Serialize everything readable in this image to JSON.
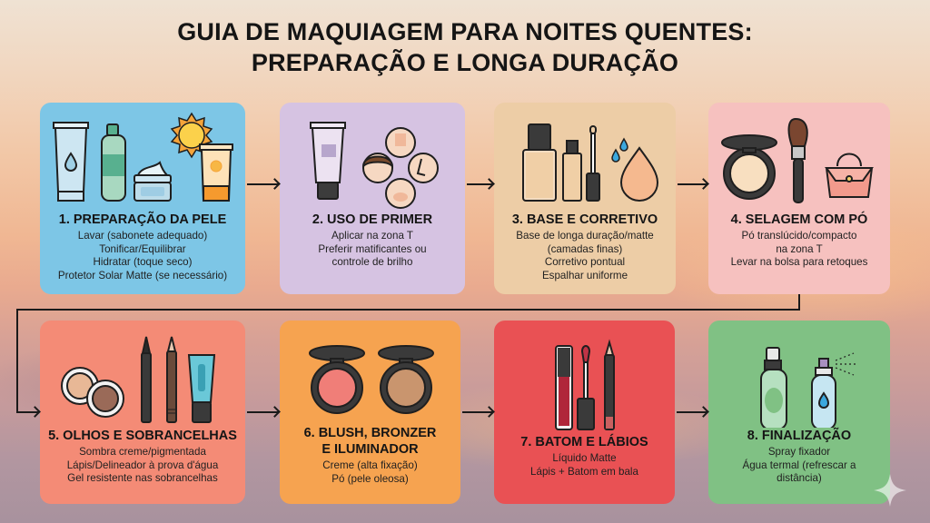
{
  "title": {
    "line1": "GUIA DE MAQUIAGEM PARA NOITES QUENTES:",
    "line2": "PREPARAÇÃO E LONGA DURAÇÃO"
  },
  "steps": [
    {
      "number": 1,
      "heading": "1. PREPARAÇÃO DA PELE",
      "color": "#7dc6e6",
      "icons": [
        "cleanser-tube-icon",
        "toner-bottle-icon",
        "moisturizer-jar-icon",
        "sun-icon",
        "sunscreen-tube-icon"
      ],
      "lines": [
        "Lavar (sabonete adequado)",
        "Tonificar/Equilibrar",
        "Hidratar (toque seco)",
        "Protetor Solar Matte (se necessário)"
      ]
    },
    {
      "number": 2,
      "heading": "2. USO DE PRIMER",
      "color": "#d6c3e2",
      "icons": [
        "primer-tube-icon",
        "t-zone-face-icons"
      ],
      "lines": [
        "Aplicar na zona T",
        "Preferir matificantes ou",
        "controle de brilho"
      ]
    },
    {
      "number": 3,
      "heading": "3. BASE E CORRETIVO",
      "color": "#edcda6",
      "icons": [
        "foundation-bottle-icon",
        "concealer-icon",
        "water-drops-icon",
        "beauty-sponge-icon"
      ],
      "lines": [
        "Base de longa duração/matte",
        "(camadas finas)",
        "Corretivo pontual",
        "Espalhar uniforme"
      ]
    },
    {
      "number": 4,
      "heading": "4. SELAGEM COM PÓ",
      "color": "#f6c1bf",
      "icons": [
        "compact-powder-icon",
        "powder-brush-icon",
        "handbag-icon"
      ],
      "lines": [
        "Pó translúcido/compacto",
        "na zona T",
        "Levar na bolsa para retoques"
      ]
    },
    {
      "number": 5,
      "heading": "5. OLHOS E SOBRANCELHAS",
      "color": "#f48b76",
      "icons": [
        "eyeshadow-pots-icon",
        "eyeliner-icon",
        "eye-pencil-icon",
        "brow-gel-tube-icon"
      ],
      "lines": [
        "Sombra creme/pigmentada",
        "Lápis/Delineador à prova d'água",
        "Gel resistente nas sobrancelhas"
      ]
    },
    {
      "number": 6,
      "heading_line1": "6. BLUSH, BRONZER",
      "heading_line2": "E ILUMINADOR",
      "color": "#f6a350",
      "icons": [
        "blush-compact-icon",
        "bronzer-compact-icon"
      ],
      "lines": [
        "Creme (alta fixação)",
        "Pó (pele oleosa)"
      ]
    },
    {
      "number": 7,
      "heading": "7. BATOM E LÁBIOS",
      "color": "#e95154",
      "icons": [
        "liquid-lipstick-icon",
        "lip-pencil-icon"
      ],
      "lines": [
        "Líquido Matte",
        "Lápis + Batom em bala"
      ]
    },
    {
      "number": 8,
      "heading": "8. FINALIZAÇÃO",
      "color": "#80c184",
      "icons": [
        "setting-spray-icon",
        "thermal-water-spray-icon"
      ],
      "lines": [
        "Spray fixador",
        "Água termal (refrescar a",
        "distância)"
      ]
    }
  ]
}
